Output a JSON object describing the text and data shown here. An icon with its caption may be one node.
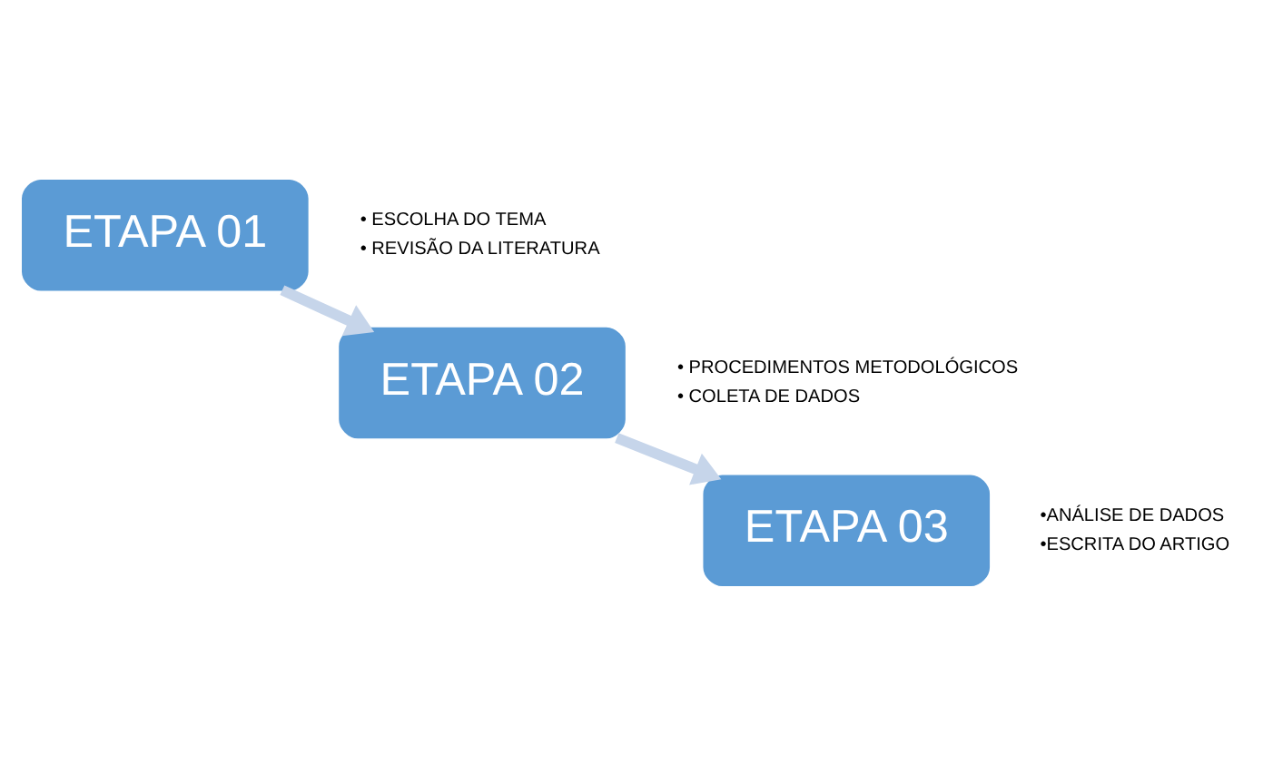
{
  "diagram": {
    "nodes": [
      {
        "text": [
          "ETAPA 01"
        ],
        "beside": [
          "• ESCOLHA DO TEMA",
          "• REVISÃO DA LITERATURA"
        ]
      },
      {
        "text": [
          "ETAPA 02"
        ],
        "beside": [
          "• PROCEDIMENTOS METODOLÓGICOS",
          "• COLETA DE DADOS"
        ]
      },
      {
        "text": [
          "ETAPA 03"
        ],
        "beside": [
          "•ANÁLISE DE DADOS",
          "•ESCRITA DO ARTIGO"
        ]
      }
    ],
    "edges": [
      {
        "from": 0,
        "to": 1,
        "arrow": "to"
      },
      {
        "from": 1,
        "to": 2,
        "arrow": "to"
      }
    ]
  }
}
